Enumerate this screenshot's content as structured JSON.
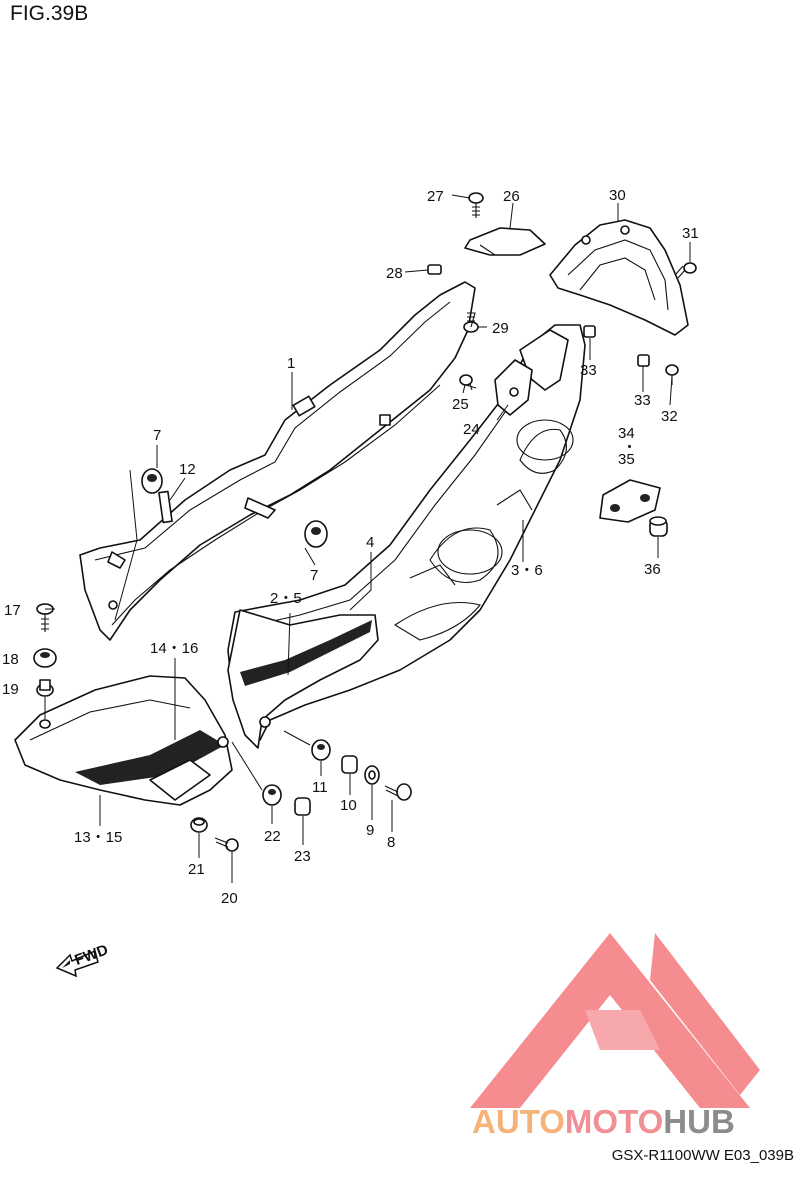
{
  "figure": {
    "title": "FIG.39B",
    "footer": "GSX-R1100WW  E03_039B"
  },
  "watermark": {
    "logo": "triangle-logo",
    "brand_auto": "AUTO",
    "brand_moto": "MOTO",
    "brand_hub": "HUB",
    "colors": {
      "triangle": "#f4787d",
      "auto": "#f5b37a",
      "moto": "#f08f95",
      "hub": "#8c8c8c"
    }
  },
  "fwd_badge": "FWD",
  "callouts": {
    "c1": "1",
    "c2_5": "2・5",
    "c3_6": "3・6",
    "c4": "4",
    "c7a": "7",
    "c7b": "7",
    "c8": "8",
    "c9": "9",
    "c10": "10",
    "c11": "11",
    "c12": "12",
    "c13_15": "13・15",
    "c14_16": "14・16",
    "c17": "17",
    "c18": "18",
    "c19": "19",
    "c20": "20",
    "c21": "21",
    "c22": "22",
    "c23": "23",
    "c24": "24",
    "c25": "25",
    "c26": "26",
    "c27": "27",
    "c28": "28",
    "c29": "29",
    "c30": "30",
    "c31": "31",
    "c32": "32",
    "c33a": "33",
    "c33b": "33",
    "c34": "34",
    "c34_dot": "・",
    "c35": "35",
    "c36": "36"
  }
}
